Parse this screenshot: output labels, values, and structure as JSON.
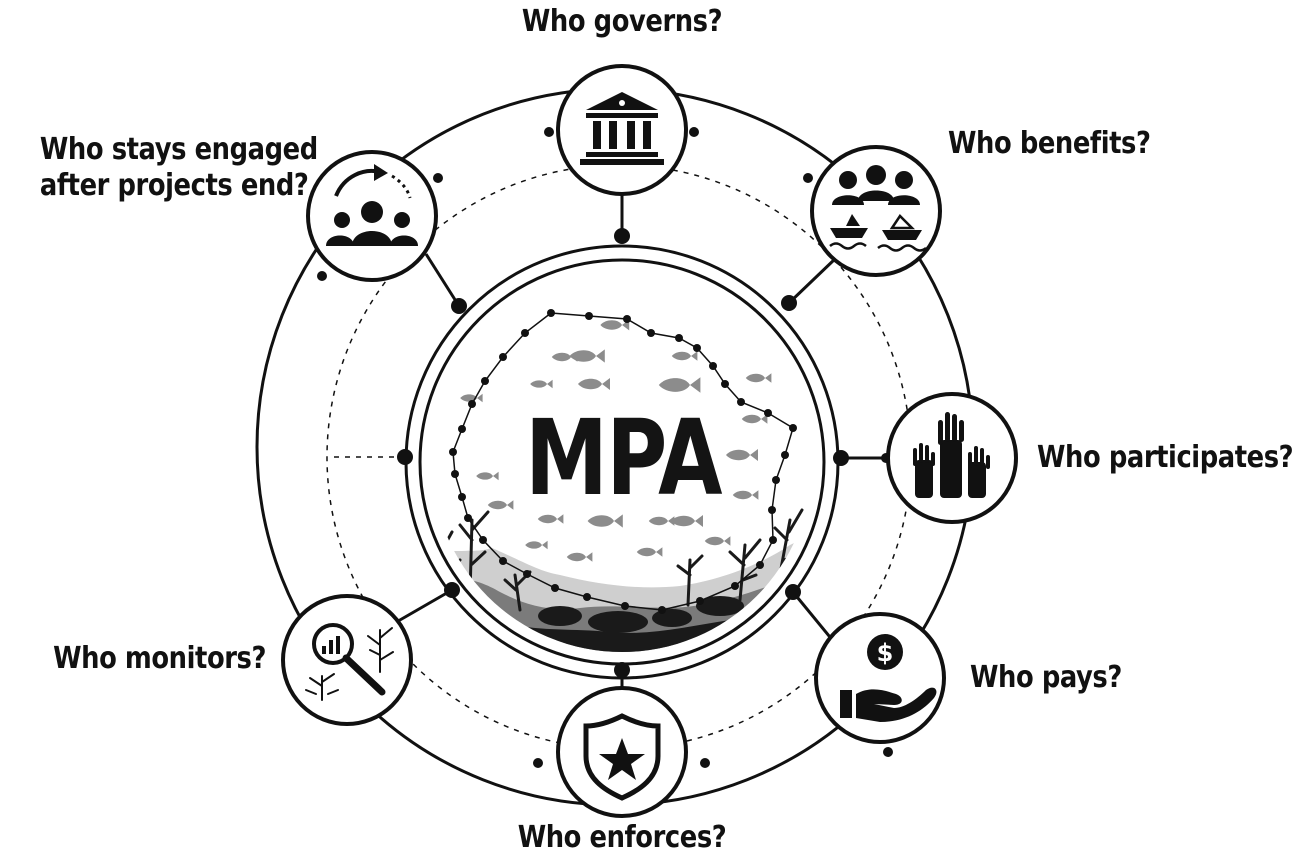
{
  "center": {
    "title": "MPA"
  },
  "nodes": [
    {
      "id": "governs",
      "label": "Who governs?",
      "icon": "government-building-icon"
    },
    {
      "id": "benefits",
      "label": "Who benefits?",
      "icon": "community-boats-icon"
    },
    {
      "id": "participates",
      "label": "Who participates?",
      "icon": "raised-hands-icon"
    },
    {
      "id": "pays",
      "label": "Who pays?",
      "icon": "hand-money-icon"
    },
    {
      "id": "enforces",
      "label": "Who enforces?",
      "icon": "shield-star-icon"
    },
    {
      "id": "monitors",
      "label": "Who monitors?",
      "icon": "magnifier-chart-coral-icon"
    },
    {
      "id": "engaged",
      "label_lines": [
        "Who stays engaged",
        "after projects end?"
      ],
      "icon": "people-cycle-icon"
    }
  ],
  "colors": {
    "ink": "#111111",
    "fish": "#8c8c8c",
    "seabed": "#1a1a1a"
  }
}
